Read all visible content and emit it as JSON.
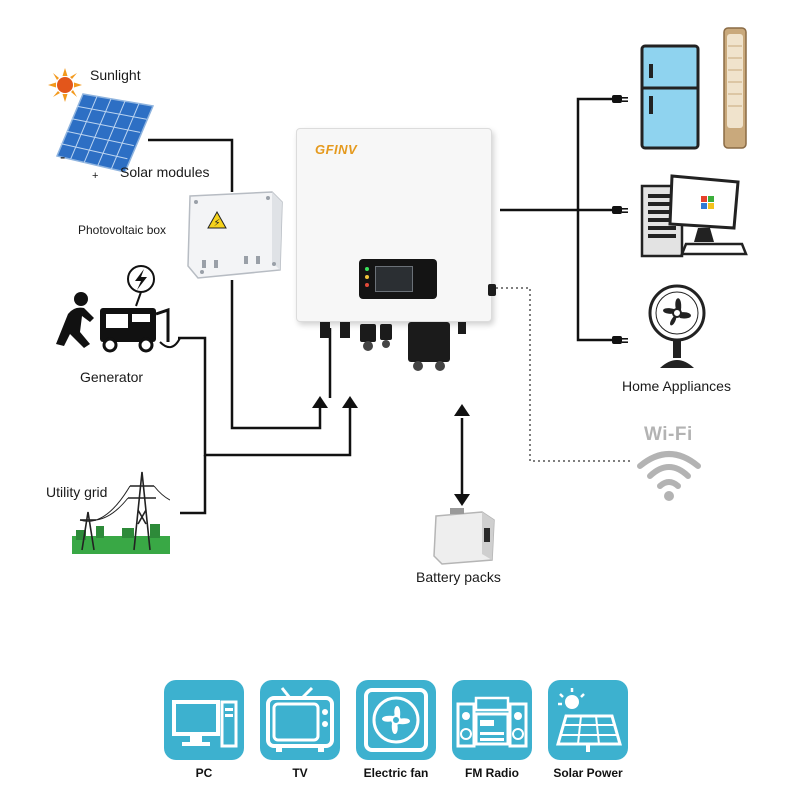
{
  "diagram": {
    "labels": {
      "sunlight": "Sunlight",
      "solar_modules": "Solar modules",
      "pv_box": "Photovoltaic box",
      "generator": "Generator",
      "utility_grid": "Utility grid",
      "battery": "Battery packs",
      "home_appliances": "Home Appliances",
      "wifi": "Wi-Fi",
      "inverter_brand": "GFINV",
      "panel_minus": "-",
      "panel_plus": "+"
    },
    "colors": {
      "line": "#111111",
      "tile": "#3db1cf",
      "wifi": "#b3b3b3",
      "brand": "#e59a1e",
      "appliance_blue": "#8fd3ef",
      "grass": "#39a845"
    }
  },
  "footer": {
    "tiles": [
      {
        "label": "PC",
        "icon": "pc-icon"
      },
      {
        "label": "TV",
        "icon": "tv-icon"
      },
      {
        "label": "Electric fan",
        "icon": "electric-fan-icon"
      },
      {
        "label": "FM Radio",
        "icon": "fm-radio-icon"
      },
      {
        "label": "Solar Power",
        "icon": "solar-power-icon"
      }
    ]
  }
}
